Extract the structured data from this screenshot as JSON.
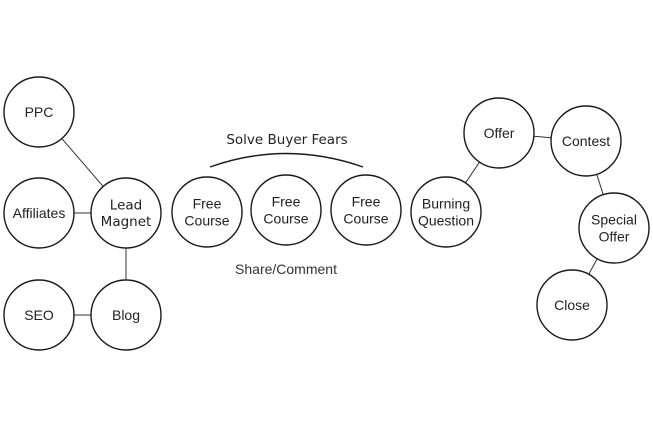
{
  "nodes": [
    {
      "id": "ppc",
      "lines": [
        "PPC"
      ]
    },
    {
      "id": "affiliates",
      "lines": [
        "Affiliates"
      ]
    },
    {
      "id": "seo",
      "lines": [
        "SEO"
      ]
    },
    {
      "id": "lead-magnet",
      "lines": [
        "Lead",
        "Magnet"
      ]
    },
    {
      "id": "blog",
      "lines": [
        "Blog"
      ]
    },
    {
      "id": "free-course-1",
      "lines": [
        "Free",
        "Course"
      ]
    },
    {
      "id": "free-course-2",
      "lines": [
        "Free",
        "Course"
      ]
    },
    {
      "id": "free-course-3",
      "lines": [
        "Free",
        "Course"
      ]
    },
    {
      "id": "burning-question",
      "lines": [
        "Burning",
        "Question"
      ]
    },
    {
      "id": "offer",
      "lines": [
        "Offer"
      ]
    },
    {
      "id": "contest",
      "lines": [
        "Contest"
      ]
    },
    {
      "id": "special-offer",
      "lines": [
        "Special",
        "Offer"
      ]
    },
    {
      "id": "close",
      "lines": [
        "Close"
      ]
    }
  ],
  "edges": [
    [
      "ppc",
      "lead-magnet"
    ],
    [
      "affiliates",
      "lead-magnet"
    ],
    [
      "lead-magnet",
      "blog"
    ],
    [
      "seo",
      "blog"
    ],
    [
      "burning-question",
      "offer"
    ],
    [
      "offer",
      "contest"
    ],
    [
      "contest",
      "special-offer"
    ],
    [
      "special-offer",
      "close"
    ]
  ],
  "labels": {
    "solve_buyer_fears": "Solve Buyer Fears",
    "share_comment": "Share/Comment"
  }
}
